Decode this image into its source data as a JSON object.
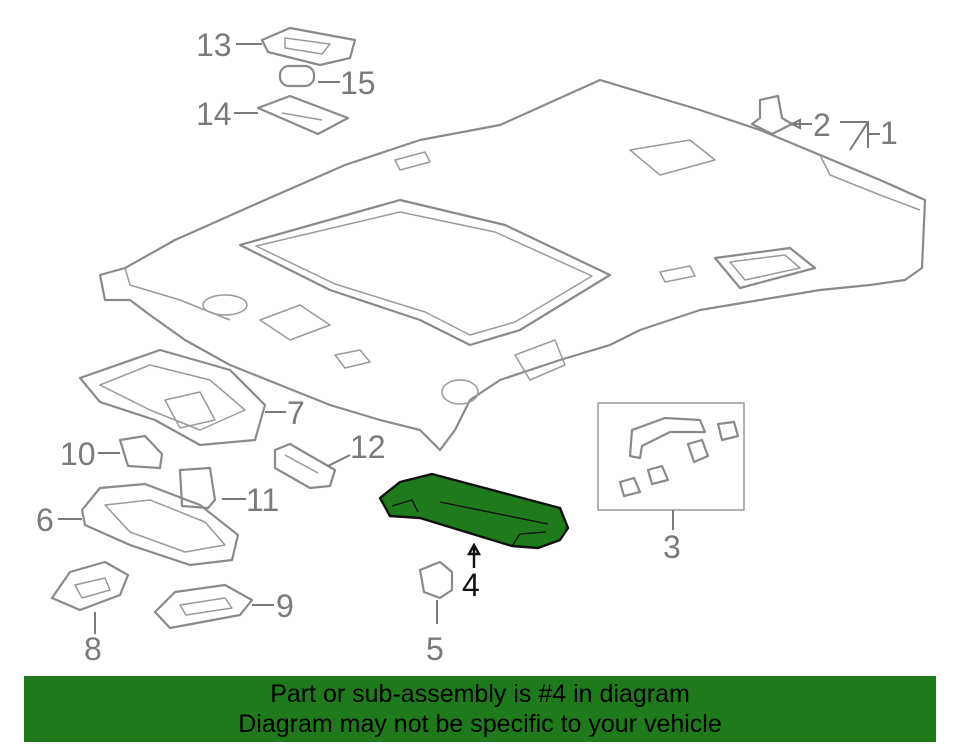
{
  "diagram": {
    "callouts": [
      "1",
      "2",
      "3",
      "4",
      "5",
      "6",
      "7",
      "8",
      "9",
      "10",
      "11",
      "12",
      "13",
      "14",
      "15"
    ],
    "highlighted_part": "4",
    "highlight_color": "#1e7a1a",
    "line_color": "#8a8a8a"
  },
  "banner": {
    "line1": "Part or sub-assembly is #4 in diagram",
    "line2": "Diagram may not be specific to your vehicle",
    "background": "#1e7a1a"
  }
}
